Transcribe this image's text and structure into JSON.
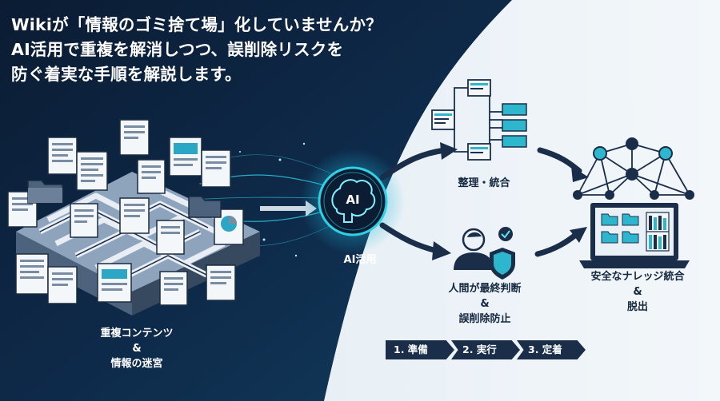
{
  "headline": {
    "line1": "Wikiが「情報のゴミ捨て場」化していませんか？",
    "line2": "AI活用で重複を解消しつつ、誤削除リスクを",
    "line3": "防ぐ着実な手順を解説します。"
  },
  "left": {
    "label_line1": "重複コンテンツ",
    "label_line2": "&",
    "label_line3": "情報の迷宮"
  },
  "center": {
    "ai_badge": "AI",
    "label": "AI活用"
  },
  "organize": {
    "label": "整理・統合"
  },
  "human": {
    "label_line1": "人間が最終判断",
    "label_line2": "&",
    "label_line3": "誤削除防止"
  },
  "result": {
    "label_line1": "安全なナレッジ統合",
    "label_line2": "&",
    "label_line3": "脱出"
  },
  "steps": [
    "1. 準備",
    "2. 実行",
    "3. 定着"
  ],
  "colors": {
    "dark_navy": "#0b1c33",
    "accent_cyan": "#2fd0e6",
    "light_bg": "#eef4f8",
    "text_dark": "#14273f"
  },
  "icons": [
    "document-icon",
    "folder-icon",
    "maze-icon",
    "brain-icon",
    "flowchart-icon",
    "user-icon",
    "shield-check-icon",
    "network-icon",
    "laptop-icon",
    "bookshelf-icon"
  ]
}
